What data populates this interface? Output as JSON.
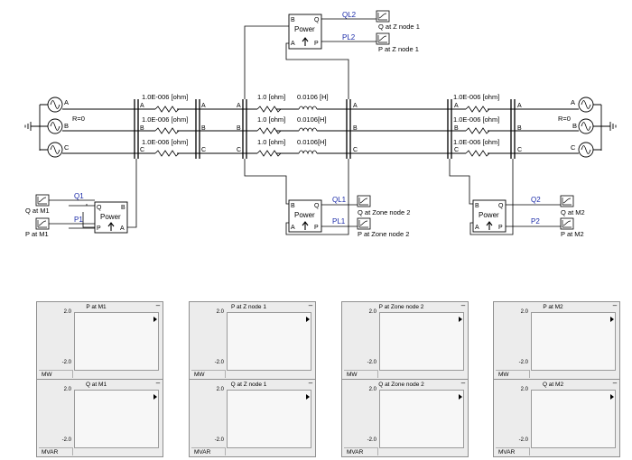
{
  "schematic": {
    "sources_left": [
      "A",
      "B",
      "C"
    ],
    "sources_right": [
      "A",
      "B",
      "C"
    ],
    "r0_left": "R=0",
    "r0_right": "R=0",
    "bus_phases": [
      "A",
      "B",
      "C"
    ],
    "line_left": [
      "1.0E-006 [ohm]",
      "1.0E-006 [ohm]",
      "1.0E-006 [ohm]"
    ],
    "line_mid_r": [
      "1.0 [ohm]",
      "1.0 [ohm]",
      "1.0 [ohm]"
    ],
    "line_mid_l": [
      "0.0106 [H]",
      "0.0106[H]",
      "0.0106[H]"
    ],
    "line_right": [
      "1.0E-006 [ohm]",
      "1.0E-006 [ohm]",
      "1.0E-006 [ohm]"
    ],
    "power_label": "Power",
    "pins": {
      "b": "B",
      "q": "Q",
      "a": "A",
      "p": "P"
    },
    "meter_m1": {
      "q_signal": "Q1",
      "p_signal": "P1",
      "q_label": "Q at M1",
      "p_label": "P at M1"
    },
    "meter_z1": {
      "q_signal": "QL2",
      "p_signal": "PL2",
      "q_label": "Q at Z node 1",
      "p_label": "P at Z node 1"
    },
    "meter_z2": {
      "q_signal": "QL1",
      "p_signal": "PL1",
      "q_label": "Q at Zone node 2",
      "p_label": "P at Zone node 2"
    },
    "meter_m2": {
      "q_signal": "Q2",
      "p_signal": "P2",
      "q_label": "Q at M2",
      "p_label": "P at M2"
    }
  },
  "graphs": [
    {
      "top_title": "P at M1",
      "top_unit": "MW",
      "bottom_title": "Q at M1",
      "bottom_unit": "MVAR",
      "ymax": "2.0",
      "ymin": "-2.0"
    },
    {
      "top_title": "P at Z node 1",
      "top_unit": "MW",
      "bottom_title": "Q at Z node 1",
      "bottom_unit": "MVAR",
      "ymax": "2.0",
      "ymin": "-2.0"
    },
    {
      "top_title": "P at Zone node 2",
      "top_unit": "MW",
      "bottom_title": "Q at Zone node 2",
      "bottom_unit": "MVAR",
      "ymax": "2.0",
      "ymin": "-2.0"
    },
    {
      "top_title": "P at M2",
      "top_unit": "MW",
      "bottom_title": "Q at M2",
      "bottom_unit": "MVAR",
      "ymax": "2.0",
      "ymin": "-2.0"
    }
  ],
  "graph_close_symbol": "–"
}
